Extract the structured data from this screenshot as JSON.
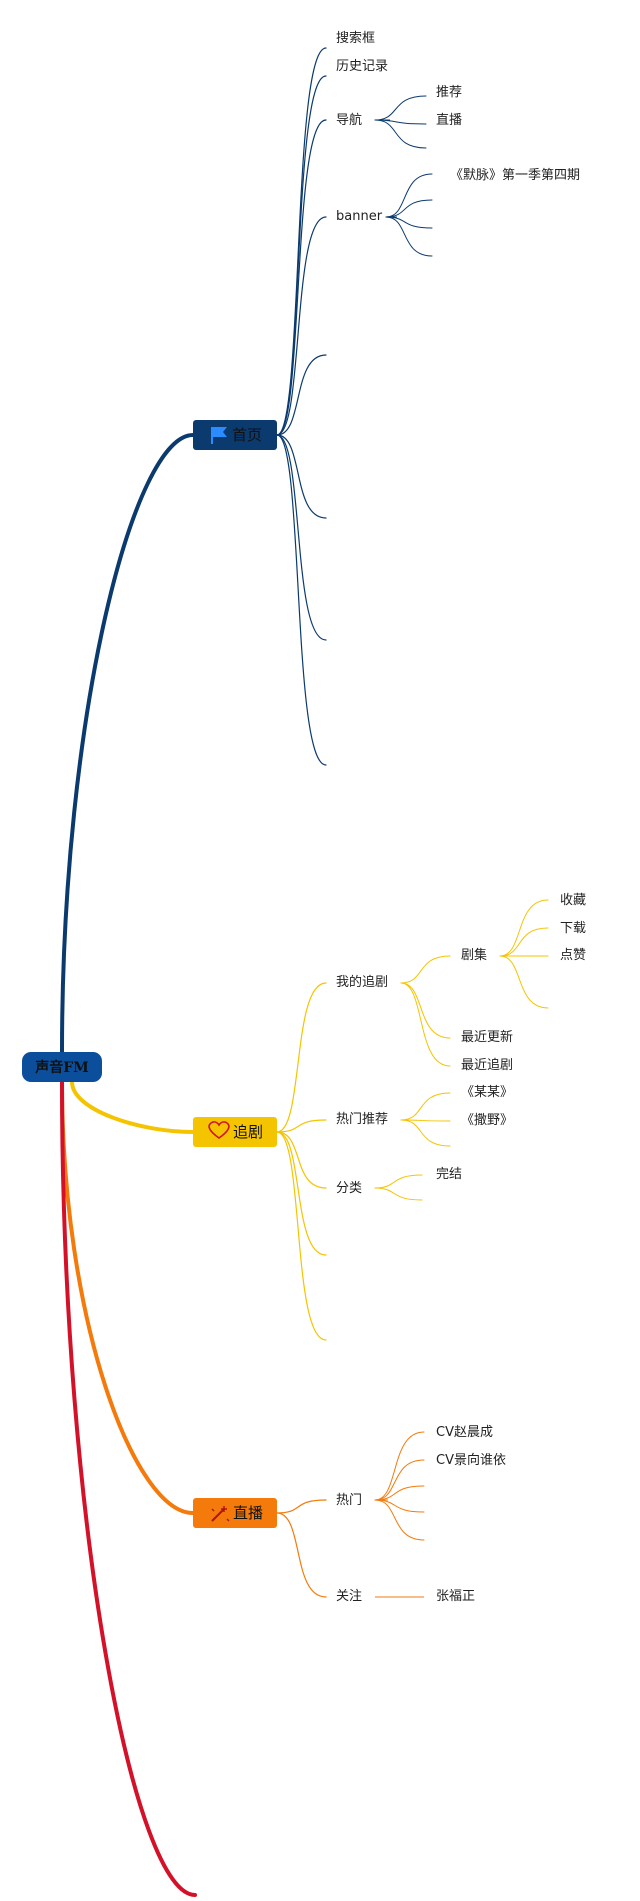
{
  "root": {
    "label": "声音FM",
    "color": "#0b4f9c"
  },
  "branches": [
    {
      "key": "home",
      "label": "首页",
      "icon": "flag-icon",
      "color": "#0b3a6e",
      "children": [
        {
          "label": "搜索框"
        },
        {
          "label": "历史记录"
        },
        {
          "label": "导航",
          "children": [
            {
              "label": "推荐"
            },
            {
              "label": "直播"
            },
            {
              "label": ""
            }
          ]
        },
        {
          "label": "banner",
          "children": [
            {
              "label": "《默脉》第一季第四期"
            },
            {
              "label": ""
            },
            {
              "label": ""
            },
            {
              "label": ""
            }
          ]
        },
        {
          "label": ""
        },
        {
          "label": ""
        },
        {
          "label": ""
        },
        {
          "label": ""
        }
      ]
    },
    {
      "key": "follow",
      "label": "追剧",
      "icon": "heart-icon",
      "color": "#f5c400",
      "children": [
        {
          "label": "我的追剧",
          "children": [
            {
              "label": "剧集",
              "children": [
                {
                  "label": "收藏"
                },
                {
                  "label": "下载"
                },
                {
                  "label": "点赞"
                },
                {
                  "label": ""
                }
              ]
            },
            {
              "label": "最近更新"
            },
            {
              "label": "最近追剧"
            }
          ]
        },
        {
          "label": "热门推荐",
          "children": [
            {
              "label": "《某某》"
            },
            {
              "label": "《撒野》"
            },
            {
              "label": ""
            }
          ]
        },
        {
          "label": "分类",
          "children": [
            {
              "label": "完结"
            },
            {
              "label": ""
            }
          ]
        },
        {
          "label": ""
        },
        {
          "label": ""
        }
      ]
    },
    {
      "key": "live",
      "label": "直播",
      "icon": "magic-wand-icon",
      "color": "#f47a0c",
      "children": [
        {
          "label": "热门",
          "children": [
            {
              "label": "CV赵晨成"
            },
            {
              "label": "CV景向谁依"
            },
            {
              "label": ""
            },
            {
              "label": ""
            },
            {
              "label": ""
            }
          ]
        },
        {
          "label": "关注",
          "children": [
            {
              "label": "张福正"
            }
          ]
        }
      ]
    },
    {
      "key": "extra",
      "label": "",
      "color": "#d3122a",
      "children": []
    }
  ]
}
